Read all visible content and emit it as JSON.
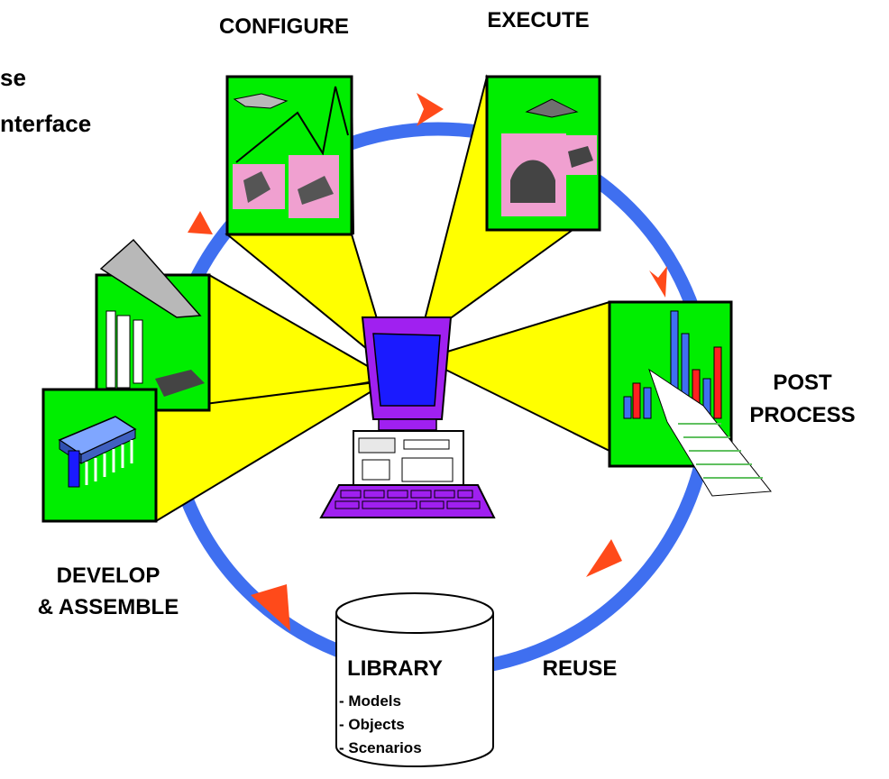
{
  "title": {
    "line1": "se",
    "line2": "nterface"
  },
  "stages": {
    "configure": "CONFIGURE",
    "execute": "EXECUTE",
    "post_process_line1": "POST",
    "post_process_line2": "PROCESS",
    "reuse": "REUSE",
    "develop_line1": "DEVELOP",
    "develop_line2": "& ASSEMBLE"
  },
  "library": {
    "title": "LIBRARY",
    "items": [
      "- Models",
      "- Objects",
      "- Scenarios"
    ]
  },
  "colors": {
    "cycle_ring": "#3f6ff0",
    "arrow": "#ff4a1a",
    "panel_fill": "#00ee00",
    "beam": "#ffff00",
    "monitor_body": "#a020f0",
    "monitor_screen": "#1a1aff",
    "pink_image": "#f0a0d0"
  },
  "icons": {
    "configure_panel": "fighter-jet-flight-path-icon",
    "execute_panel": "jet-and-ground-vehicles-icon",
    "post_process_panel": "bar-chart-printout-icon",
    "develop_upper_panel": "bomber-shuttle-tank-icon",
    "develop_lower_panel": "microchip-icon",
    "center": "computer-workstation-icon",
    "library": "database-cylinder-icon"
  }
}
